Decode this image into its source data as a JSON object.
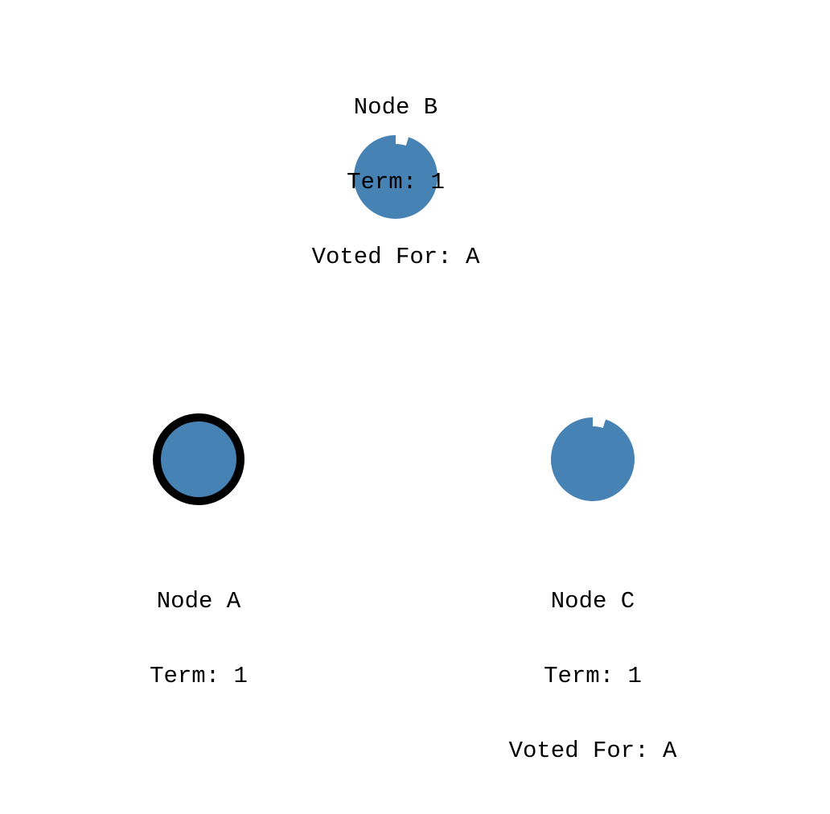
{
  "colors": {
    "node_fill": "#4682b4",
    "leader_outline": "#000000",
    "background": "#ffffff"
  },
  "nodes": {
    "a": {
      "name": "Node A",
      "term": "Term: 1",
      "role": "leader",
      "voted_for": ""
    },
    "b": {
      "name": "Node B",
      "term": "Term: 1",
      "voted_for": "Voted For: A",
      "role": "follower",
      "election_timer_elapsed": 0.05
    },
    "c": {
      "name": "Node C",
      "term": "Term: 1",
      "voted_for": "Voted For: A",
      "role": "follower",
      "election_timer_elapsed": 0.05
    }
  }
}
